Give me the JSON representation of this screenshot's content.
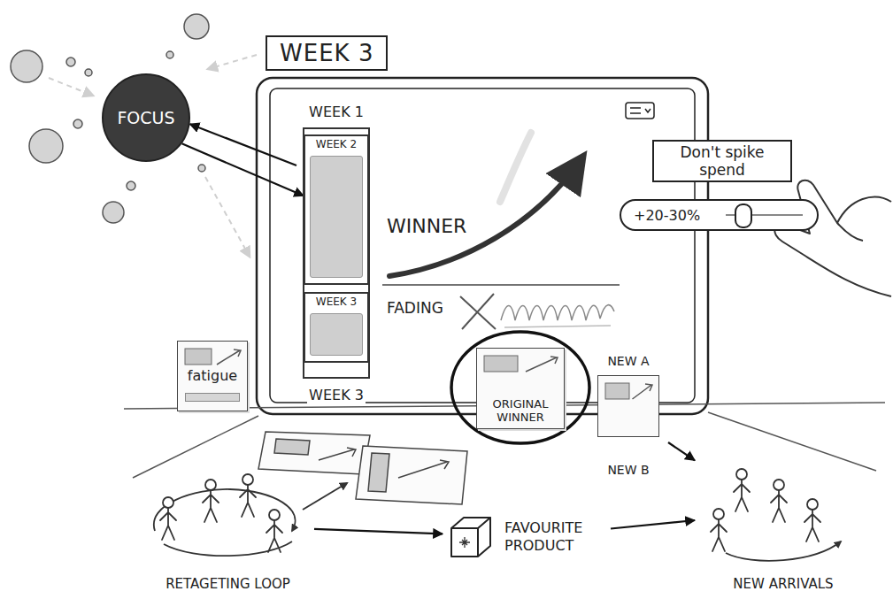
{
  "diagram": {
    "title": "WEEK 3",
    "nodes": [
      {
        "text": [
          "FOCUS"
        ]
      },
      {
        "text": [
          "WEEK 1",
          "WEEK 3"
        ]
      },
      {
        "text": [
          "WEEK 2"
        ],
        "in": 1
      },
      {
        "text": [
          "WEEK 3"
        ],
        "in": 1
      },
      {
        "text": [
          "Don't spike spend"
        ]
      },
      {
        "text": [
          "+20-30%"
        ]
      },
      {
        "text": [
          "fatigue"
        ]
      },
      {
        "text": [
          "ORIGINAL WINNER"
        ]
      },
      {
        "text": [
          "NEW A",
          "NEW B"
        ]
      },
      {
        "text": [
          "RETAGETING LOOP"
        ]
      },
      {
        "text": [
          "FAVOURITE PRODUCT"
        ]
      },
      {
        "text": [
          "NEW ARRIVALS"
        ]
      }
    ],
    "edges": [
      {
        "from": 1,
        "to": 0,
        "arrow": "to"
      },
      {
        "from": 0,
        "to": 2,
        "arrow": "to"
      },
      {
        "from": 9,
        "to": 10,
        "arrow": "to"
      },
      {
        "from": 10,
        "to": 11,
        "arrow": "to"
      },
      {
        "from": 8,
        "to": 11,
        "arrow": "to"
      }
    ],
    "labels": [
      "WINNER",
      "FADING"
    ]
  }
}
